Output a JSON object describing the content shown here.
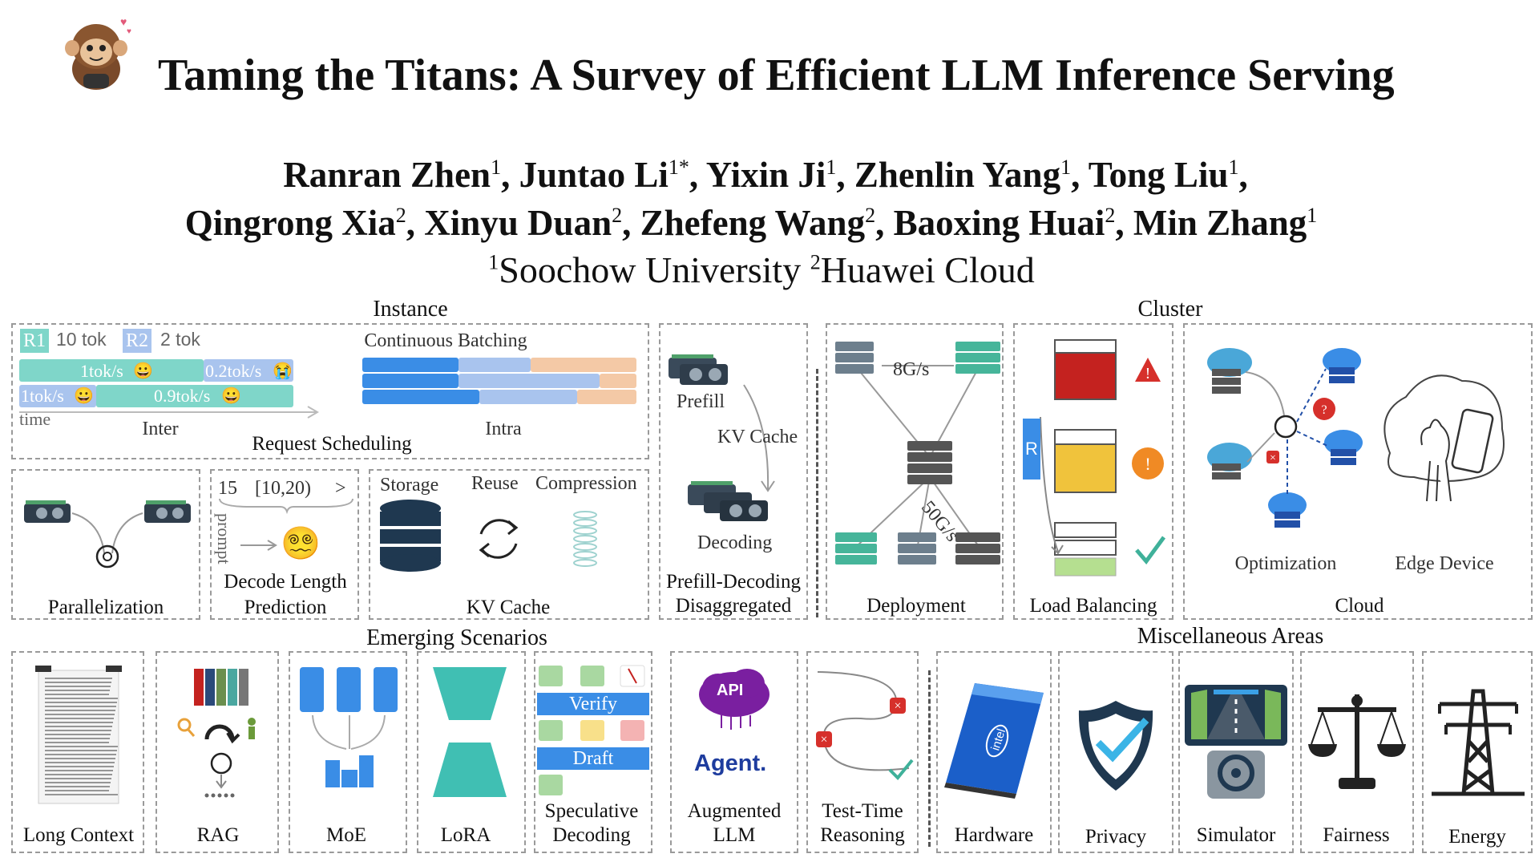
{
  "header": {
    "title": "Taming the Titans: A Survey of Efficient LLM Inference Serving",
    "authors_line1": [
      {
        "name": "Ranran Zhen",
        "aff": "1"
      },
      {
        "name": "Juntao Li",
        "aff": "1*"
      },
      {
        "name": "Yixin Ji",
        "aff": "1"
      },
      {
        "name": "Zhenlin Yang",
        "aff": "1"
      },
      {
        "name": "Tong Liu",
        "aff": "1"
      }
    ],
    "authors_line2": [
      {
        "name": "Qingrong Xia",
        "aff": "2"
      },
      {
        "name": "Xinyu Duan",
        "aff": "2"
      },
      {
        "name": "Zhefeng Wang",
        "aff": "2"
      },
      {
        "name": "Baoxing Huai",
        "aff": "2"
      },
      {
        "name": "Min Zhang",
        "aff": "1"
      }
    ],
    "affiliations": [
      {
        "num": "1",
        "name": "Soochow University"
      },
      {
        "num": "2",
        "name": "Huawei Cloud"
      }
    ]
  },
  "sections": {
    "instance": "Instance",
    "cluster": "Cluster",
    "emerging": "Emerging Scenarios",
    "misc": "Miscellaneous Areas"
  },
  "request_scheduling": {
    "r1_tag": "R1",
    "r1_text": "10 tok",
    "r2_tag": "R2",
    "r2_text": "2 tok",
    "rate_a": "1tok/s",
    "rate_b": "0.2tok/s",
    "rate_c": "1tok/s",
    "rate_d": "0.9tok/s",
    "time": "time",
    "inter": "Inter",
    "continuous_batching": "Continuous Batching",
    "intra": "Intra",
    "label": "Request Scheduling"
  },
  "pd": {
    "prefill": "Prefill",
    "kv_cache": "KV Cache",
    "decoding": "Decoding",
    "label_1": "Prefill-Decoding",
    "label_2": "Disaggregated"
  },
  "parallelization": {
    "label": "Parallelization"
  },
  "decode_length": {
    "v1": "15",
    "v2": "[10,20)",
    "v3": ">",
    "prompt": "prompt",
    "label_1": "Decode Length",
    "label_2": "Prediction"
  },
  "kv_cache": {
    "storage": "Storage",
    "reuse": "Reuse",
    "compression": "Compression",
    "label": "KV Cache"
  },
  "deployment": {
    "bw1": "8G/s",
    "bw2": "50G/s",
    "label": "Deployment"
  },
  "load_balancing": {
    "r": "R",
    "label": "Load Balancing"
  },
  "cloud": {
    "optimization": "Optimization",
    "edge_device": "Edge Device",
    "label": "Cloud"
  },
  "emerging_items": {
    "long_context": "Long Context",
    "rag": "RAG",
    "moe": "MoE",
    "lora": "LoRA",
    "spec_verify": "Verify",
    "spec_draft": "Draft",
    "spec_1": "Speculative",
    "spec_2": "Decoding",
    "aug_api": "API",
    "aug_agent": "Agent.",
    "aug_1": "Augmented",
    "aug_2": "LLM",
    "ttr_1": "Test-Time",
    "ttr_2": "Reasoning"
  },
  "misc_items": {
    "hardware": "Hardware",
    "hardware_logo": "intel",
    "privacy": "Privacy",
    "simulator": "Simulator",
    "fairness": "Fairness",
    "energy": "Energy"
  },
  "colors": {
    "teal": "#7fd6c9",
    "blue": "#3a8de6",
    "light_blue": "#a9c4ee",
    "peach": "#f4c9a6",
    "dashed": "#9a9a9a",
    "red": "#c4221f",
    "yellow": "#f0c33c",
    "green": "#b5df90"
  }
}
